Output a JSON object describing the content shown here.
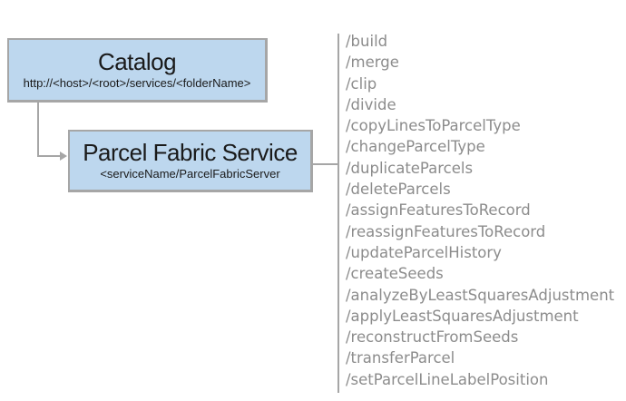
{
  "diagram": {
    "catalog": {
      "title": "Catalog",
      "subtitle": "http://<host>/<root>/services/<folderName>"
    },
    "service": {
      "title": "Parcel Fabric Service",
      "subtitle": "<serviceName/ParcelFabricServer"
    },
    "operations": [
      "/build",
      "/merge",
      "/clip",
      "/divide",
      "/copyLinesToParcelType",
      "/changeParcelType",
      "/duplicateParcels",
      "/deleteParcels",
      "/assignFeaturesToRecord",
      "/reassignFeaturesToRecord",
      "/updateParcelHistory",
      "/createSeeds",
      "/analyzeByLeastSquaresAdjustment",
      "/applyLeastSquaresAdjustment",
      "/reconstructFromSeeds",
      "/transferParcel",
      "/setParcelLineLabelPosition"
    ],
    "colors": {
      "box_fill": "#bdd7ee",
      "box_border": "#a6a6a6",
      "connector": "#a6a6a6",
      "list_text": "#8c8c8c",
      "background": "#ffffff"
    }
  }
}
